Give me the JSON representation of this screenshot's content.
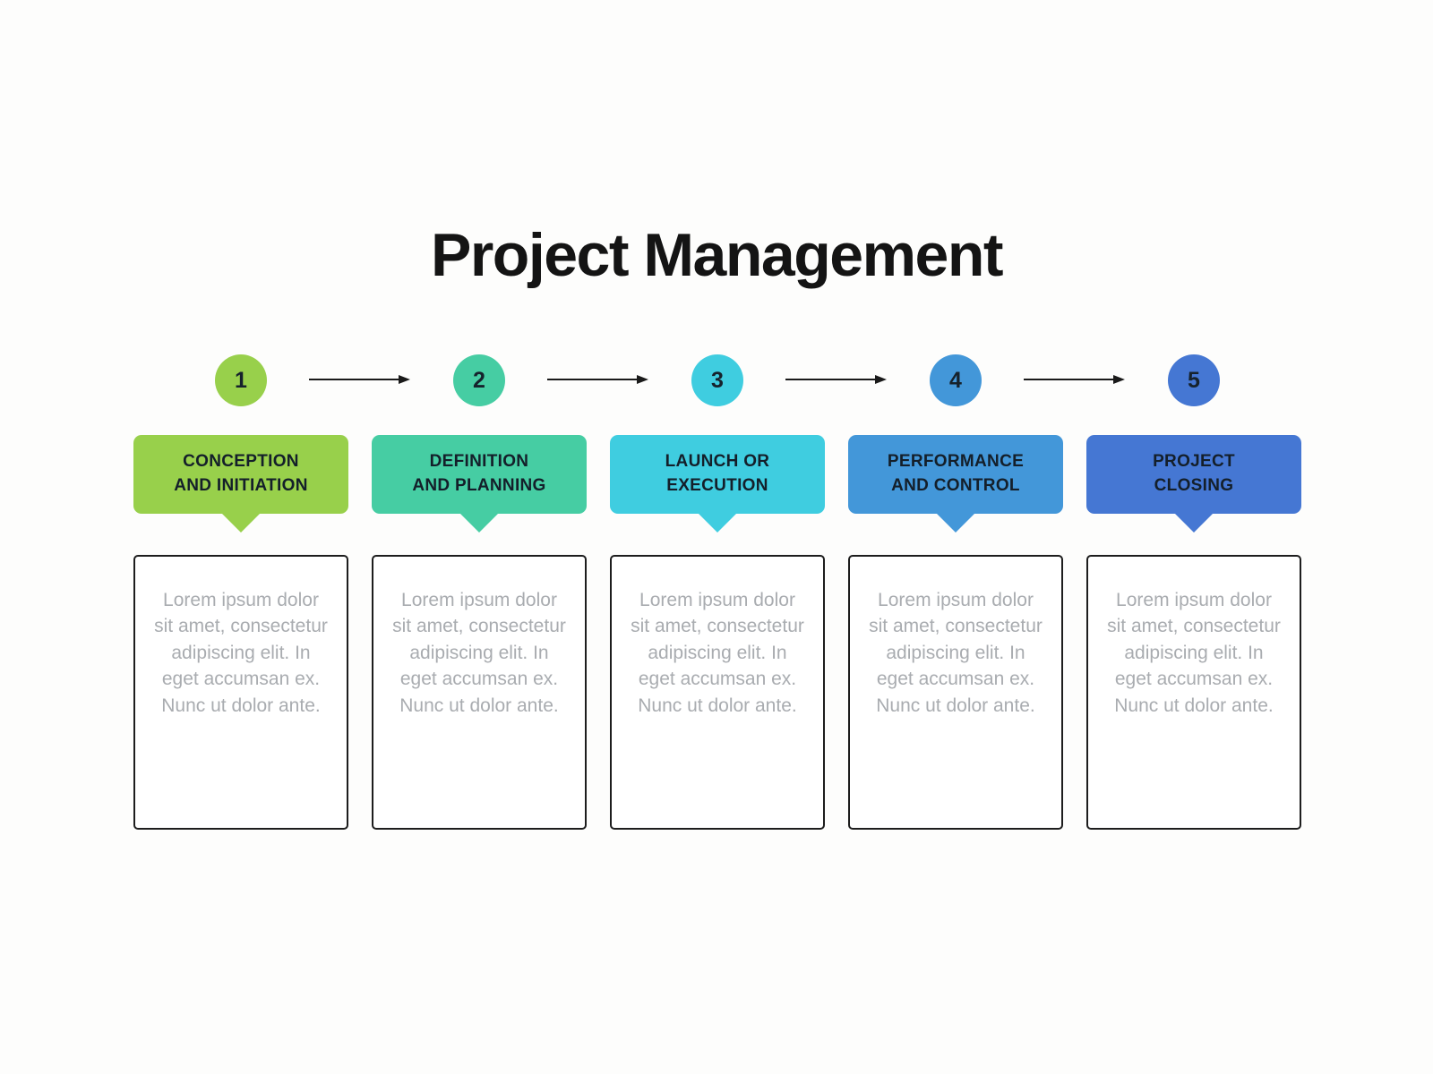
{
  "page": {
    "title": "Project Management",
    "background_color": "#fdfdfc",
    "arrow_color": "#1a1a1a"
  },
  "steps": [
    {
      "number": "1",
      "label": "CONCEPTION\nAND INITIATION",
      "color": "#98d04b",
      "description": "Lorem ipsum dolor sit amet, consectetur adipiscing elit. In eget accumsan ex. Nunc ut dolor ante."
    },
    {
      "number": "2",
      "label": "DEFINITION\nAND PLANNING",
      "color": "#46cda3",
      "description": "Lorem ipsum dolor sit amet, consectetur adipiscing elit. In eget accumsan ex. Nunc ut dolor ante."
    },
    {
      "number": "3",
      "label": "LAUNCH OR\nEXECUTION",
      "color": "#3fcde0",
      "description": "Lorem ipsum dolor sit amet, consectetur adipiscing elit. In eget accumsan ex. Nunc ut dolor ante."
    },
    {
      "number": "4",
      "label": "PERFORMANCE\nAND CONTROL",
      "color": "#4397d9",
      "description": "Lorem ipsum dolor sit amet, consectetur adipiscing elit. In eget accumsan ex. Nunc ut dolor ante."
    },
    {
      "number": "5",
      "label": "PROJECT\nCLOSING",
      "color": "#4577d3",
      "description": "Lorem ipsum dolor sit amet, consectetur adipiscing elit. In eget accumsan ex. Nunc ut dolor ante."
    }
  ]
}
